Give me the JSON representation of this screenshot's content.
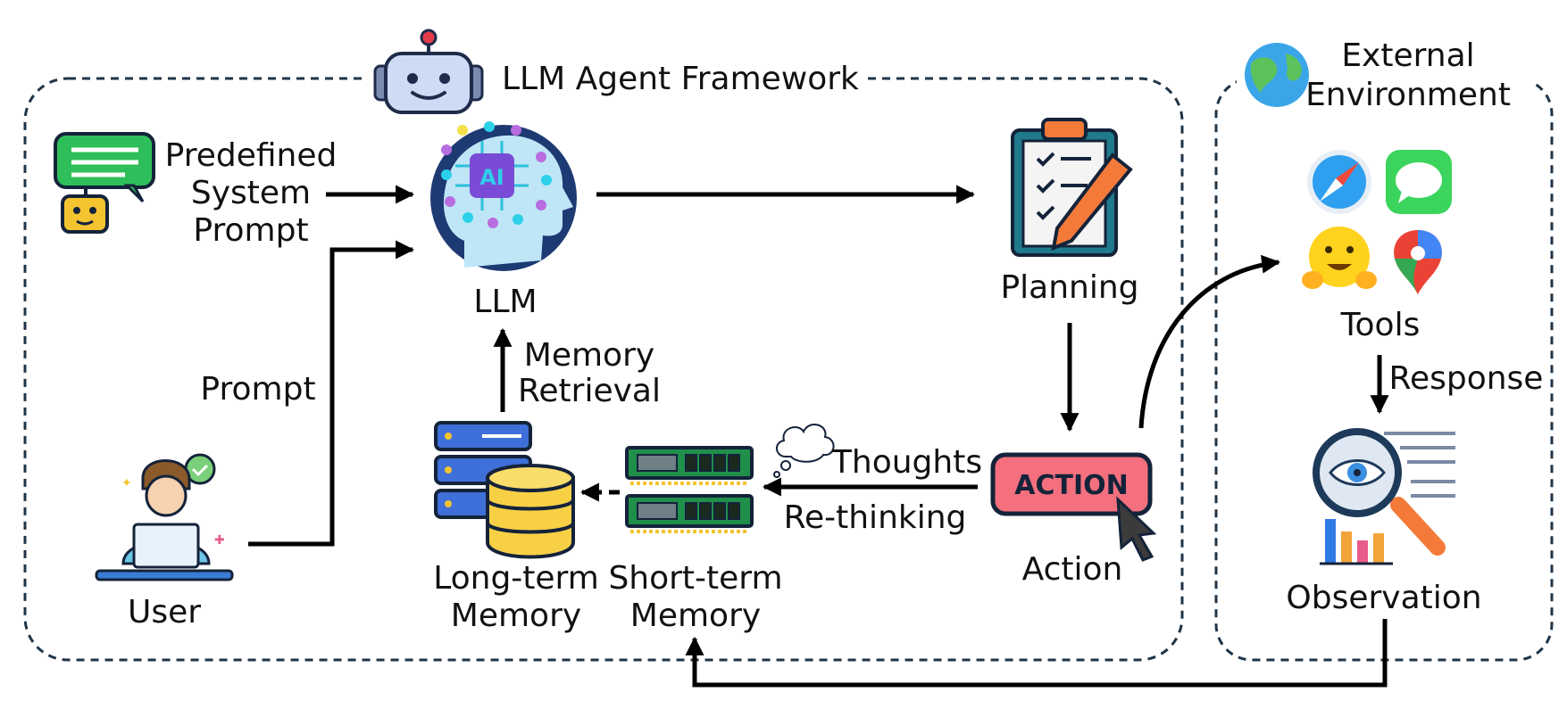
{
  "framework": {
    "title": "LLM Agent Framework"
  },
  "environment": {
    "title_line1": "External",
    "title_line2": "Environment"
  },
  "nodes": {
    "system_prompt": {
      "line1": "Predefined",
      "line2": "System",
      "line3": "Prompt"
    },
    "llm": {
      "label": "LLM",
      "chip_text": "AI"
    },
    "planning": {
      "label": "Planning"
    },
    "action": {
      "label": "Action",
      "button_text": "ACTION"
    },
    "user": {
      "label": "User"
    },
    "long_term_memory": {
      "line1": "Long-term",
      "line2": "Memory"
    },
    "short_term_memory": {
      "line1": "Short-term",
      "line2": "Memory"
    },
    "tools": {
      "label": "Tools"
    },
    "observation": {
      "label": "Observation"
    }
  },
  "edges": {
    "prompt": "Prompt",
    "memory_retrieval_line1": "Memory",
    "memory_retrieval_line2": "Retrieval",
    "thoughts": "Thoughts",
    "rethinking": "Re-thinking",
    "response": "Response"
  },
  "icons": {
    "robot": "robot-icon",
    "chat": "chat-robot-icon",
    "brain": "ai-brain-icon",
    "clipboard": "clipboard-pencil-icon",
    "user": "user-laptop-icon",
    "server": "server-database-icon",
    "ram": "memory-module-icon",
    "cloud": "thought-cloud-icon",
    "action_button": "action-button-icon",
    "cursor": "cursor-icon",
    "earth": "earth-icon",
    "safari": "compass-icon",
    "messages": "messages-icon",
    "hugging": "hugging-face-icon",
    "maps": "map-pin-icon",
    "observation": "magnifier-chart-icon"
  },
  "colors": {
    "frame": "#1f3447",
    "arrow": "#000000",
    "action_pink": "#f4707e",
    "chat_green": "#2fbf5a",
    "brain_navy": "#1e3a73",
    "db_yellow": "#f7d046",
    "server_blue": "#3f6fd8",
    "ram_green": "#1f8f4a"
  }
}
